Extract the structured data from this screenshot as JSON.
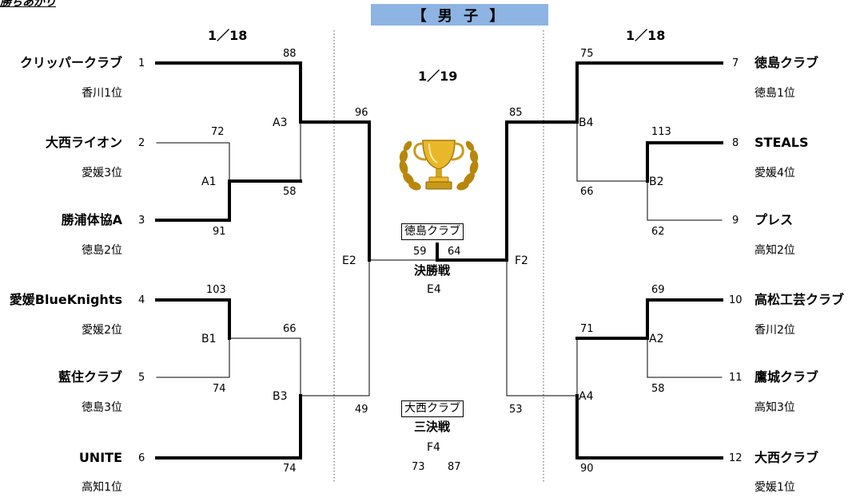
{
  "corner_text": "勝ちあがり",
  "title": "【 男 子 】",
  "dates": {
    "left": "1／18",
    "right": "1／18",
    "center": "1／19"
  },
  "teams": [
    {
      "seed": "1",
      "name": "クリッパークラブ",
      "sub": "香川1位"
    },
    {
      "seed": "2",
      "name": "大西ライオン",
      "sub": "愛媛3位"
    },
    {
      "seed": "3",
      "name": "勝浦体協A",
      "sub": "徳島2位"
    },
    {
      "seed": "4",
      "name": "愛媛BlueKnights",
      "sub": "愛媛2位"
    },
    {
      "seed": "5",
      "name": "藍住クラブ",
      "sub": "徳島3位"
    },
    {
      "seed": "6",
      "name": "UNITE",
      "sub": "高知1位"
    },
    {
      "seed": "7",
      "name": "徳島クラブ",
      "sub": "徳島1位"
    },
    {
      "seed": "8",
      "name": "STEALS",
      "sub": "愛媛4位"
    },
    {
      "seed": "9",
      "name": "プレス",
      "sub": "高知2位"
    },
    {
      "seed": "10",
      "name": "高松工芸クラブ",
      "sub": "香川2位"
    },
    {
      "seed": "11",
      "name": "鷹城クラブ",
      "sub": "高知3位"
    },
    {
      "seed": "12",
      "name": "大西クラブ",
      "sub": "愛媛1位"
    }
  ],
  "matches": {
    "A1": {
      "code": "A1",
      "scores": [
        "72",
        "91"
      ]
    },
    "A3": {
      "code": "A3",
      "scores": [
        "88",
        "58"
      ]
    },
    "B1": {
      "code": "B1",
      "scores": [
        "103",
        "74"
      ]
    },
    "B3": {
      "code": "B3",
      "scores": [
        "66",
        "74"
      ]
    },
    "E2": {
      "code": "E2",
      "scores": [
        "96",
        "49"
      ]
    },
    "B4": {
      "code": "B4",
      "scores": [
        "75",
        "66"
      ]
    },
    "B2": {
      "code": "B2",
      "scores": [
        "113",
        "62"
      ]
    },
    "A2": {
      "code": "A2",
      "scores": [
        "69",
        "58"
      ]
    },
    "A4": {
      "code": "A4",
      "scores": [
        "71",
        "90"
      ]
    },
    "F2": {
      "code": "F2",
      "scores": [
        "85",
        "53"
      ]
    }
  },
  "final": {
    "winner": "徳島クラブ",
    "label": "決勝戦",
    "code": "E4",
    "scores": [
      "59",
      "64"
    ]
  },
  "third_place": {
    "winner": "大西クラブ",
    "label": "三決戦",
    "code": "F4",
    "scores": [
      "73",
      "87"
    ]
  },
  "trophy_icon": "trophy-icon"
}
